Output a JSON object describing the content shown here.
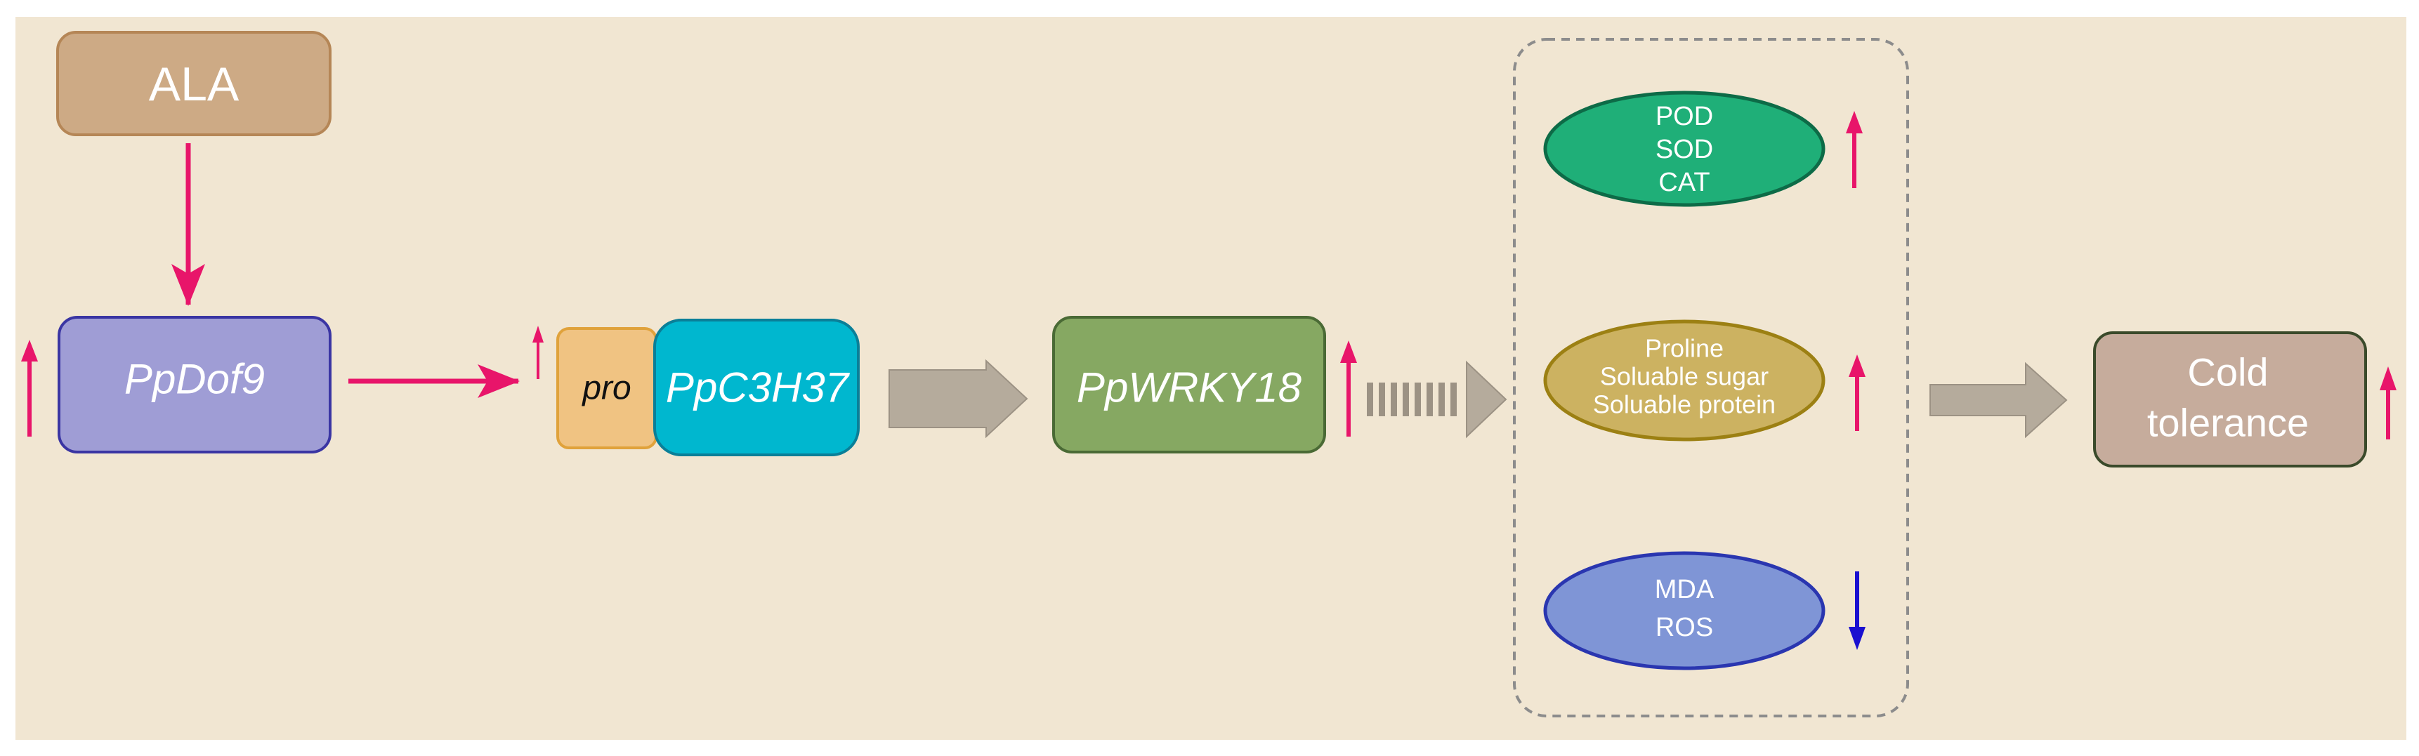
{
  "colors": {
    "background": "#f1e6d2",
    "up_arrow": "#e8156a",
    "down_arrow": "#1a10d0",
    "hollow_arrow": "#b5ab9c",
    "hollow_arrow_stroke": "#9c9284",
    "ala_fill": "#cdaa85",
    "ppdof9_fill": "#9f9dd5",
    "pro_fill": "#f0c382",
    "ppc3h37_fill": "#00b7cf",
    "ppwrky18_fill": "#86a862",
    "enzymes_fill": "#1faf78",
    "osmolytes_fill": "#ccb261",
    "damage_fill": "#7f95d6",
    "cold_fill": "#c6ac9c"
  },
  "nodes": {
    "ala": "ALA",
    "ppdof9": "PpDof9",
    "pro": "pro",
    "ppc3h37": "PpC3H37",
    "ppwrky18": "PpWRKY18",
    "cold_tolerance": [
      "Cold",
      "tolerance"
    ]
  },
  "effects": {
    "enzymes": [
      "POD",
      "SOD",
      "CAT"
    ],
    "osmolytes": [
      "Proline",
      "Soluable sugar",
      "Soluable protein"
    ],
    "damage": [
      "MDA",
      "ROS"
    ]
  },
  "icons": {
    "up": "up-arrow-icon",
    "down": "down-arrow-icon",
    "activation": "activation-arrow-icon",
    "flow": "hollow-flow-arrow-icon",
    "dashed_flow": "dashed-flow-arrow-icon"
  }
}
